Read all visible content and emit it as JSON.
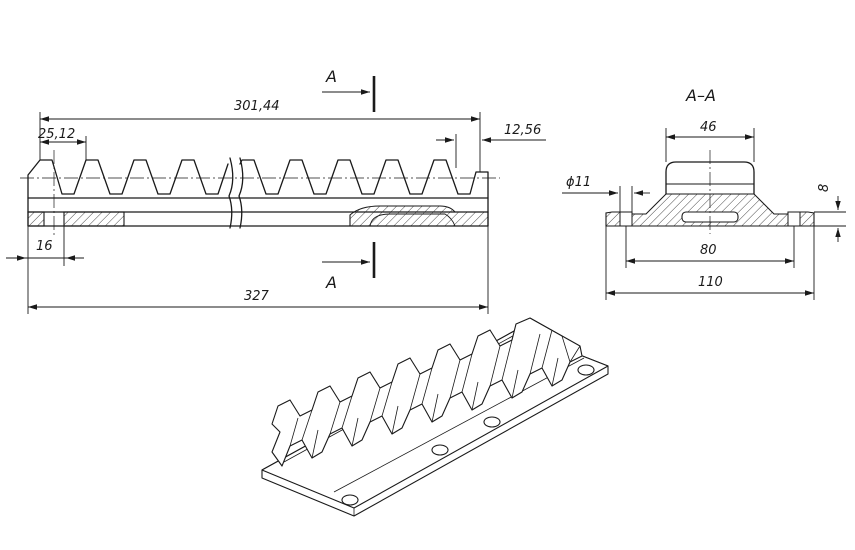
{
  "drawing": {
    "section_label": "A–A",
    "cut_plane_letter": "A",
    "dimensions": {
      "overall_length": "327",
      "pitch_span": "301,44",
      "pitch": "25,12",
      "end_tooth_offset": "12,56",
      "end_distance": "16",
      "tooth_width": "46",
      "hole_diameter": "ϕ11",
      "tooth_height": "8",
      "hole_spacing": "80",
      "base_width": "110"
    }
  }
}
